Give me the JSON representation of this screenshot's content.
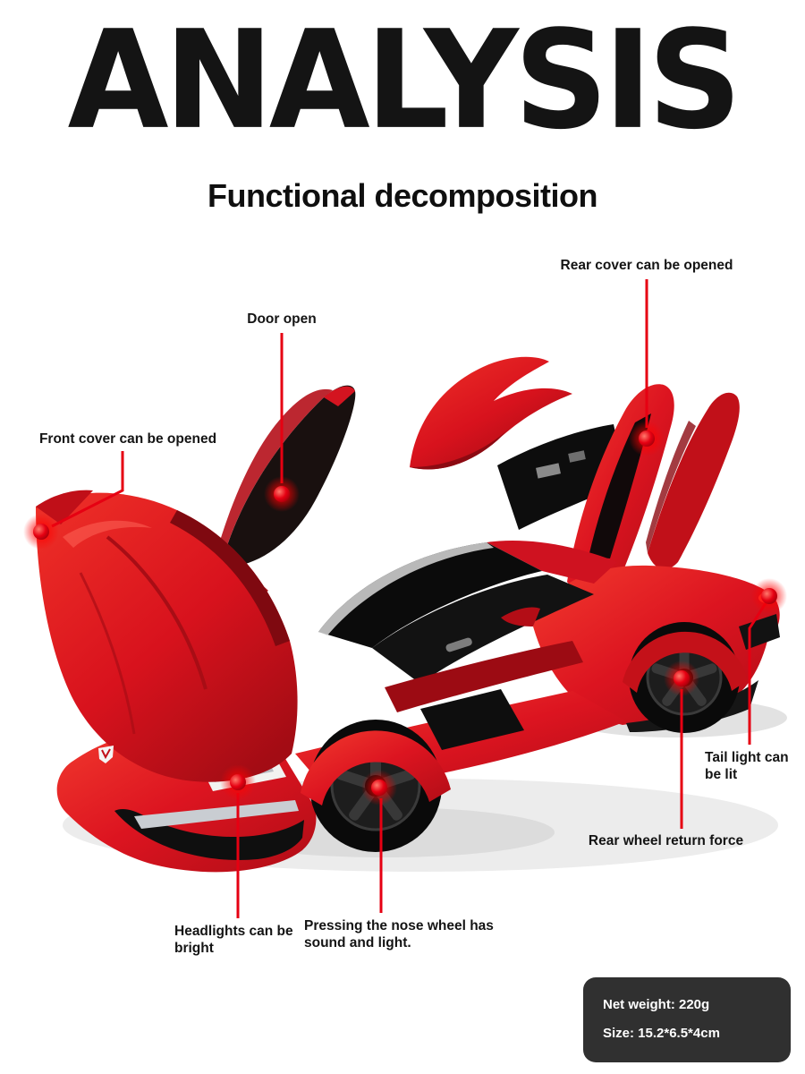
{
  "header": {
    "title": "ANALYSIS",
    "subtitle": "Functional decomposition"
  },
  "callouts": {
    "rear_cover": {
      "label": "Rear cover can be opened"
    },
    "door": {
      "label": "Door open"
    },
    "front_cover": {
      "label": "Front cover can be opened"
    },
    "tail_light": {
      "label": "Tail light can be lit"
    },
    "rear_wheel": {
      "label": "Rear wheel return force"
    },
    "headlights": {
      "label": "Headlights can be bright"
    },
    "nose_wheel": {
      "label": "Pressing the nose wheel has sound and light."
    }
  },
  "info_box": {
    "net_weight": "Net weight: 220g",
    "size": "Size: 15.2*6.5*4cm"
  },
  "colors": {
    "accent_red": "#e60012",
    "car_red": "#d8141f",
    "info_bg": "#1a1a1a"
  }
}
